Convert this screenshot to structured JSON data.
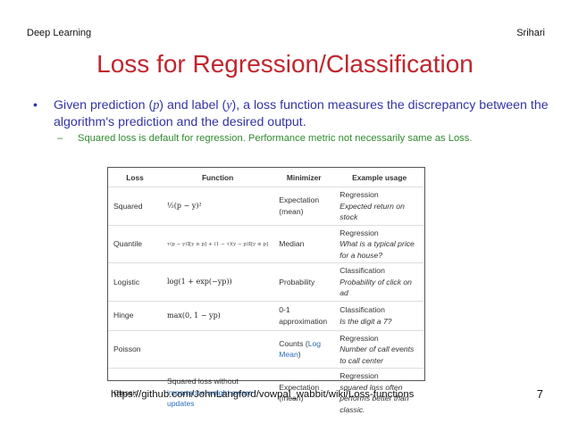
{
  "header": {
    "left": "Deep Learning",
    "right": "Srihari"
  },
  "title": "Loss for Regression/Classification",
  "bullet1": {
    "marker": "•",
    "text_a": "Given prediction (",
    "p": "p",
    "text_b": ") and label (",
    "y": "y",
    "text_c": "), a loss function measures the discrepancy between the algorithm's prediction and the desired output."
  },
  "bullet2": {
    "marker": "–",
    "text": "Squared loss is default for regression. Performance metric not necessarily same as Loss."
  },
  "table": {
    "headers": [
      "Loss",
      "Function",
      "Minimizer",
      "Example usage"
    ],
    "rows": [
      {
        "loss": "Squared",
        "function": "½(p − y)²",
        "minimizer": "Expectation (mean)",
        "usage_title": "Regression",
        "usage_example": "Expected return on stock"
      },
      {
        "loss": "Quantile",
        "function": "τ(p − y)𝕀[y ≥ p] + (1 − τ)(y − p)𝕀[y ≤ p]",
        "minimizer": "Median",
        "usage_title": "Regression",
        "usage_example": "What is a typical price for a house?"
      },
      {
        "loss": "Logistic",
        "function": "log(1 + exp(−yp))",
        "minimizer": "Probability",
        "usage_title": "Classification",
        "usage_example": "Probability of click on ad"
      },
      {
        "loss": "Hinge",
        "function": "max(0, 1 − yp)",
        "minimizer": "0-1 approximation",
        "usage_title": "Classification",
        "usage_example": "Is the digit a 7?"
      },
      {
        "loss": "Poisson",
        "function": "",
        "minimizer_prefix": "Counts (",
        "minimizer_link": "Log Mean",
        "minimizer_suffix": ")",
        "usage_title": "Regression",
        "usage_example": "Number of call events to call center"
      },
      {
        "loss": "Classic",
        "function_prefix": "Squared loss without",
        "function_link": "importance weight aware updates",
        "minimizer": "Expectation (mean)",
        "usage_title": "Regression",
        "usage_example": "squared loss often performs better than classic."
      }
    ]
  },
  "footer": {
    "url": "https://github.com/JohnLangford/vowpal_wabbit/wiki/Loss-functions",
    "page": "7"
  }
}
